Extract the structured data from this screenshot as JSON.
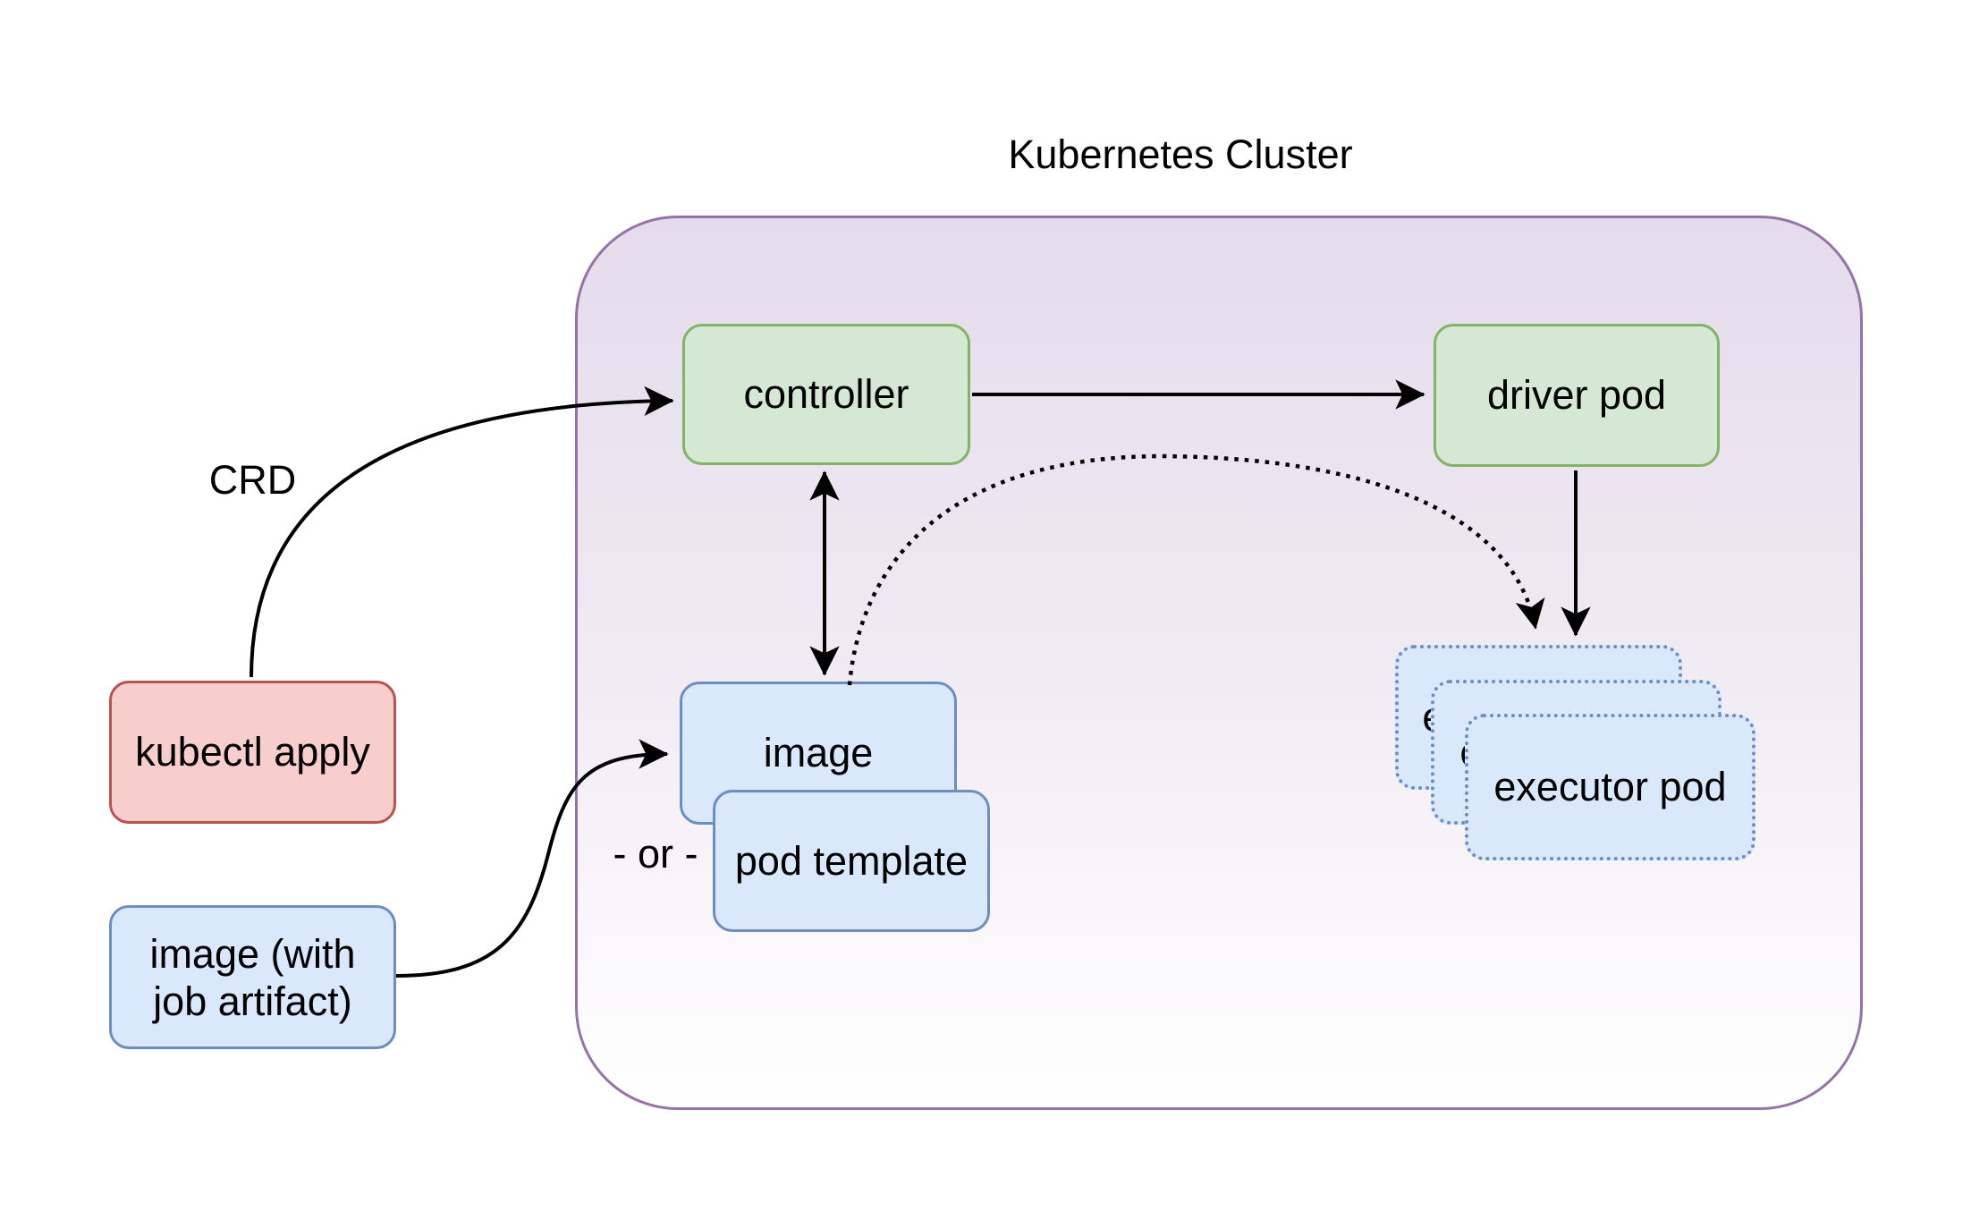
{
  "diagram": {
    "title": "Kubernetes Cluster",
    "labels": {
      "crd": "CRD",
      "or": "- or -"
    },
    "nodes": {
      "controller": {
        "label": "controller"
      },
      "driver_pod": {
        "label": "driver pod"
      },
      "image": {
        "label": "image"
      },
      "pod_template": {
        "label": "pod template"
      },
      "executor_pod": {
        "label": "executor pod"
      },
      "kubectl_apply": {
        "label": "kubectl apply"
      },
      "image_with_artifact": {
        "line1": "image (with",
        "line2": "job artifact)"
      }
    },
    "edges": [
      {
        "from": "kubectl_apply",
        "to": "controller",
        "label": "CRD",
        "style": "solid-curve-arrow"
      },
      {
        "from": "controller",
        "to": "driver_pod",
        "style": "solid-arrow"
      },
      {
        "from": "controller",
        "to": "image",
        "style": "solid-double-arrow"
      },
      {
        "from": "image_with_artifact",
        "to": "image",
        "style": "solid-curve-arrow"
      },
      {
        "from": "driver_pod",
        "to": "executor_pods",
        "style": "solid-arrow"
      },
      {
        "from": "image",
        "to": "executor_pods",
        "style": "dotted-curve-arrow"
      }
    ],
    "colors": {
      "cluster_border": "#9673a6",
      "cluster_fill_top": "#e5dbec",
      "cluster_fill_bottom": "#ffffff",
      "green_fill": "#d5e8d4",
      "green_border": "#82b366",
      "blue_fill": "#dae8fc",
      "blue_border": "#6c8ebf",
      "red_fill": "#f8cecc",
      "red_border": "#b85450",
      "edge_color": "#000000"
    }
  }
}
